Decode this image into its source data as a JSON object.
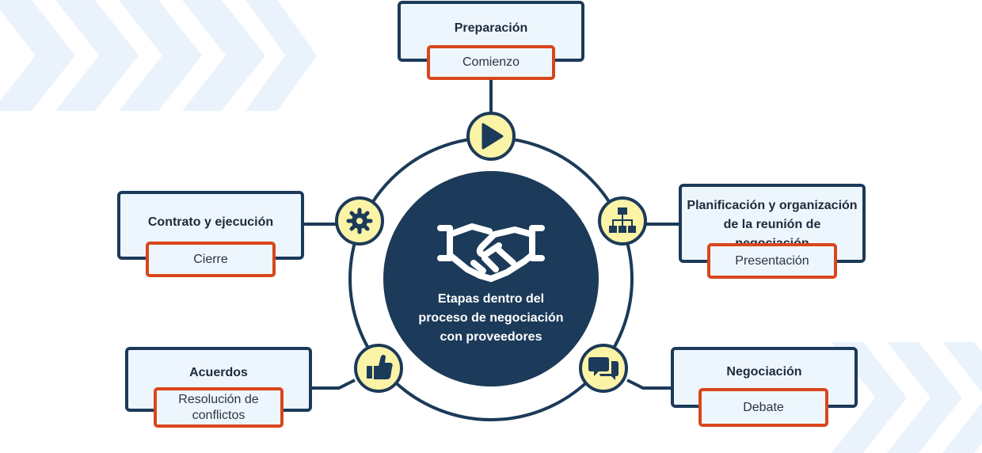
{
  "center": {
    "title": "Etapas dentro del proceso de negociación con proveedores"
  },
  "stages": [
    {
      "id": "preparacion",
      "title": "Preparación",
      "tag": "Comienzo",
      "icon": "play-icon"
    },
    {
      "id": "planificacion",
      "title": "Planificación y organización de la reunión de negociación",
      "tag": "Presentación",
      "icon": "sitemap-icon"
    },
    {
      "id": "negociacion",
      "title": "Negociación",
      "tag": "Debate",
      "icon": "chat-bubbles-icon"
    },
    {
      "id": "acuerdos",
      "title": "Acuerdos",
      "tag": "Resolución de conflictos",
      "icon": "thumbs-up-icon"
    },
    {
      "id": "contrato",
      "title": "Contrato y ejecución",
      "tag": "Cierre",
      "icon": "gear-icon"
    }
  ],
  "center_icon": "handshake-icon",
  "colors": {
    "navy": "#1c3a59",
    "accent": "#d9461c",
    "icon_fill": "#fbf3a6",
    "card_bg": "#eef6fd",
    "background_chevrons": "#eaf3fc"
  }
}
